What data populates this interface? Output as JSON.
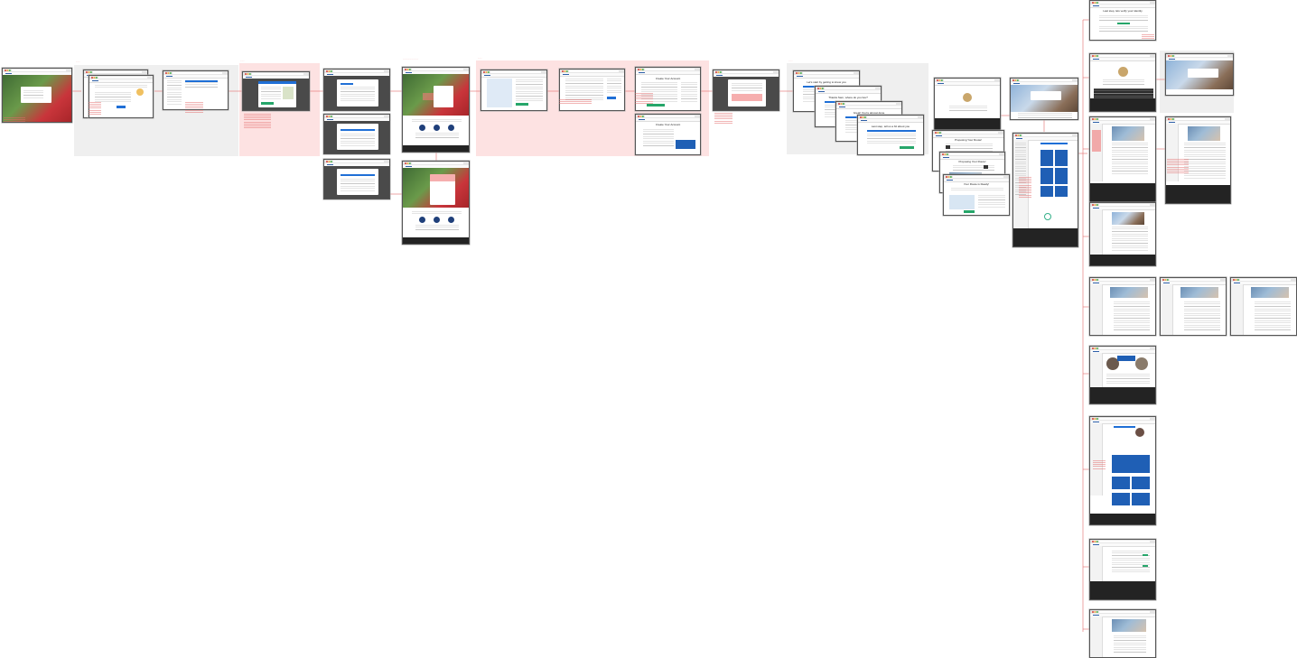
{
  "screens": {
    "proposal": "Proposing Your Route!",
    "proposal_ready": "Your Route is Ready!",
    "create_account": "Create Your Account",
    "question_1": "Let's start by getting to know you",
    "question_2": "Thanks Sam, where do you live?",
    "question_3": "Great! You're almost done",
    "question_4": "Last step, tell us a bit about you",
    "verify": "Last step, lets verify your identity"
  }
}
